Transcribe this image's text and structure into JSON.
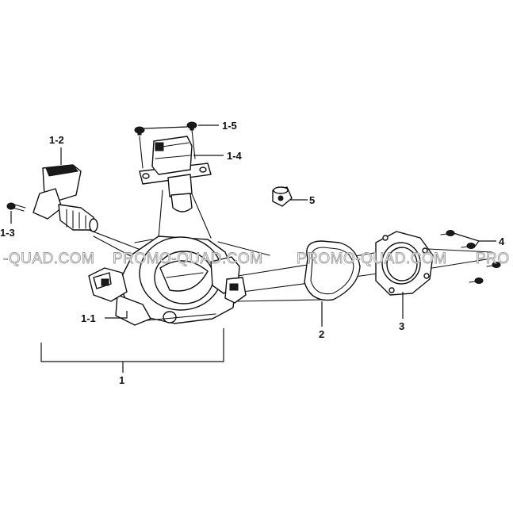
{
  "labels": {
    "l1": "1",
    "l1_1": "1-1",
    "l1_2": "1-2",
    "l1_3": "1-3",
    "l1_4": "1-4",
    "l1_5": "1-5",
    "l2": "2",
    "l3": "3",
    "l4": "4",
    "l5": "5"
  },
  "watermark": {
    "left": "-QUAD.COM",
    "center": "PROMO-QUAD.COM",
    "middle": "PROMO-QUAD.COM",
    "right": "PRO"
  }
}
